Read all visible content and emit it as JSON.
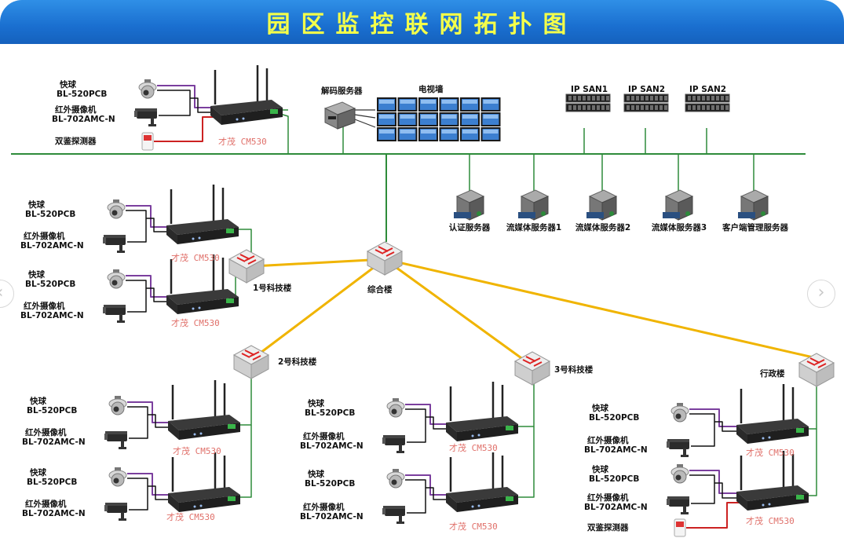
{
  "title": "园区监控联网拓扑图",
  "labels": {
    "dome": "快球",
    "dome_model": "BL-520PCB",
    "ir": "红外摄像机",
    "ir_model": "BL-702AMC-N",
    "detector": "双鉴探测器",
    "router": "才茂 CM530",
    "decoder": "解码服务器",
    "videowall": "电视墙",
    "san1": "IP SAN1",
    "san2": "IP SAN2",
    "auth": "认证服务器",
    "media1": "流媒体服务器1",
    "media2": "流媒体服务器2",
    "media3": "流媒体服务器3",
    "client": "客户端管理服务器",
    "main_building": "综合楼",
    "bldg1": "1号科技楼",
    "bldg2": "2号科技楼",
    "bldg3": "3号科技楼",
    "admin": "行政楼"
  },
  "colors": {
    "title_text": "#f4ff4a",
    "title_bar": "#1a6fd0",
    "backbone": "#2e8b3a",
    "fiber": "#f0b400",
    "video_link": "#7b3f9e",
    "alarm_link": "#cc2222",
    "router_label": "#e0706a"
  }
}
